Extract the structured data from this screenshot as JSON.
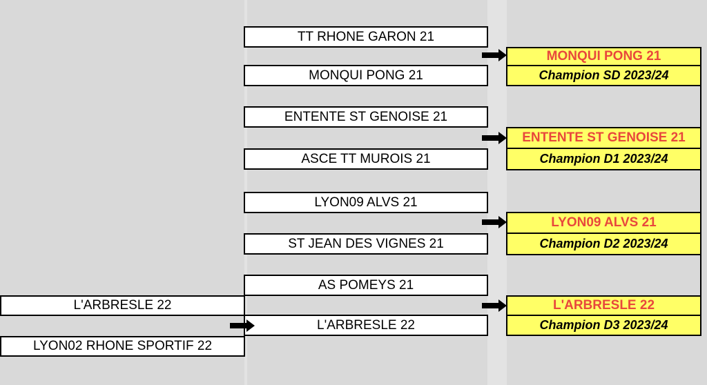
{
  "matches": [
    {
      "team_a": "TT RHONE GARON 21",
      "team_b": "MONQUI PONG 21",
      "winner": "MONQUI PONG 21",
      "title": "Champion SD 2023/24"
    },
    {
      "team_a": "ENTENTE ST GENOISE 21",
      "team_b": "ASCE TT MUROIS 21",
      "winner": "ENTENTE ST GENOISE 21",
      "title": "Champion D1 2023/24"
    },
    {
      "team_a": "LYON09 ALVS 21",
      "team_b": "ST JEAN DES VIGNES 21",
      "winner": "LYON09 ALVS 21",
      "title": "Champion D2 2023/24"
    },
    {
      "team_a": "AS POMEYS 21",
      "team_b": "L'ARBRESLE 22",
      "winner": "L'ARBRESLE 22",
      "title": "Champion D3 2023/24"
    }
  ],
  "preliminary": {
    "team_a": "L'ARBRESLE 22",
    "team_b": "LYON02 RHONE SPORTIF 22"
  },
  "colors": {
    "winner_fill": "#ffff66",
    "winner_text": "#e8473c",
    "arrow": "#000000"
  },
  "icons": {
    "advance": "right-arrow-icon"
  }
}
